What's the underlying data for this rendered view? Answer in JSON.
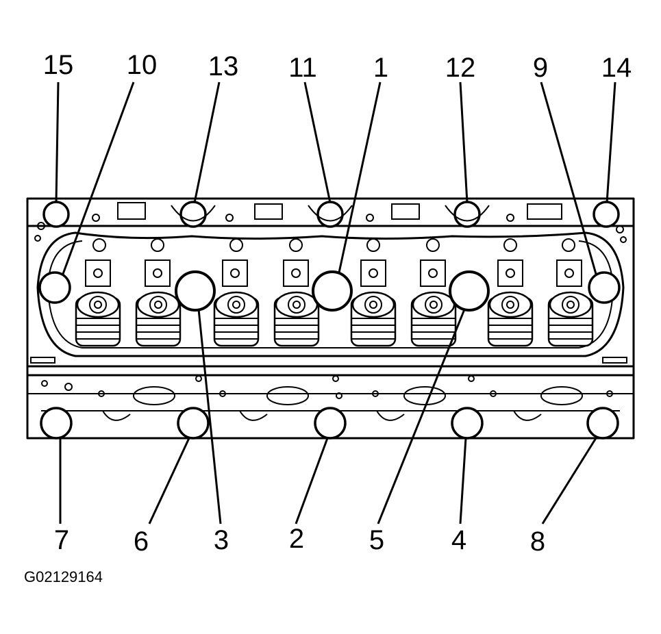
{
  "figure": {
    "code": "G02129164"
  },
  "callouts": {
    "top": [
      "15",
      "10",
      "13",
      "11",
      "1",
      "12",
      "9",
      "14"
    ],
    "bottom": [
      "7",
      "6",
      "3",
      "2",
      "5",
      "4",
      "8"
    ]
  },
  "colors": {
    "ink": "#000000",
    "paper": "#ffffff"
  }
}
